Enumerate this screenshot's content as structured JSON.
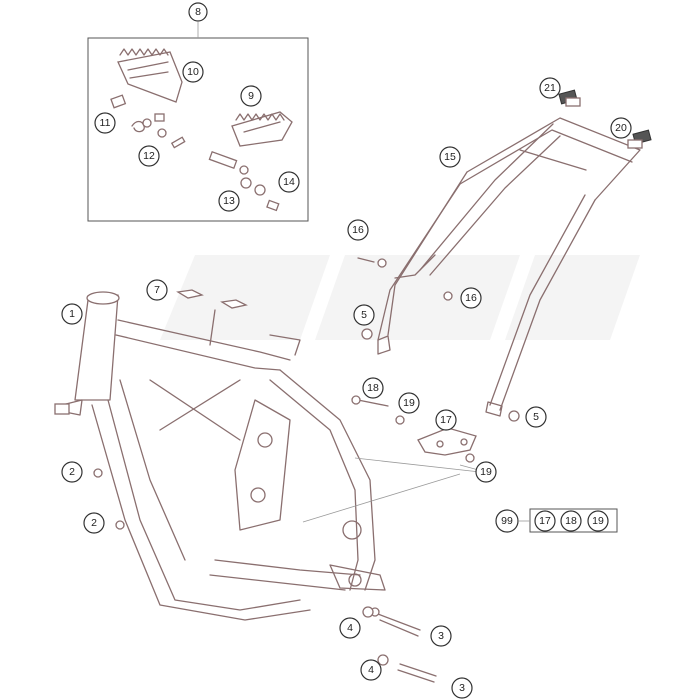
{
  "colors": {
    "line": "#8a6f6f",
    "callout_border": "#333333",
    "watermark": "#f4f4f4"
  },
  "callouts": {
    "c8": "8",
    "c10": "10",
    "c9": "9",
    "c11": "11",
    "c12": "12",
    "c13": "13",
    "c14": "14",
    "c21": "21",
    "c20": "20",
    "c15": "15",
    "c16a": "16",
    "c16b": "16",
    "c7": "7",
    "c1": "1",
    "c5a": "5",
    "c5b": "5",
    "c18": "18",
    "c19a": "19",
    "c17": "17",
    "c19b": "19",
    "c2a": "2",
    "c2b": "2",
    "c99": "99",
    "c17k": "17",
    "c18k": "18",
    "c19k": "19",
    "c4a": "4",
    "c3a": "3",
    "c4b": "4",
    "c3b": "3"
  }
}
